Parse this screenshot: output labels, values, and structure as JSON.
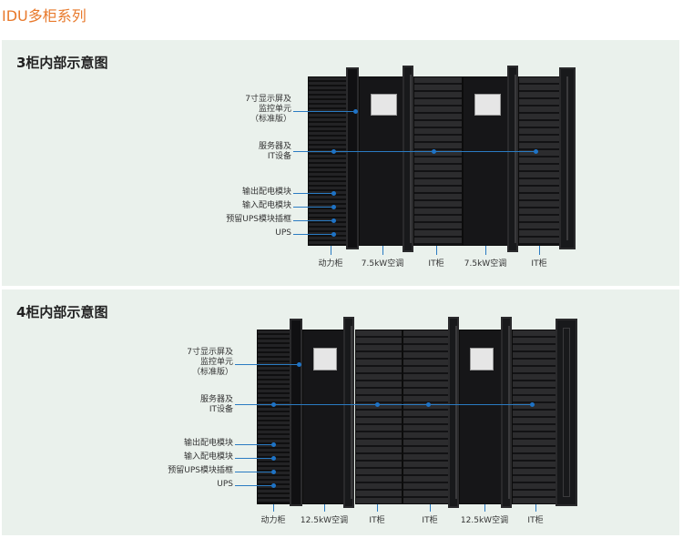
{
  "page_title": "IDU多柜系列",
  "panel3": {
    "title": "3柜内部示意图",
    "labels": {
      "display": "7寸显示屏及\n监控单元\n（标准版）",
      "server": "服务器及\nIT设备",
      "out_pdm": "输出配电模块",
      "in_pdm": "输入配电模块",
      "ups_slot": "预留UPS模块插框",
      "ups": "UPS"
    },
    "bottom": [
      "动力柜",
      "7.5kW空调",
      "IT柜",
      "7.5kW空调",
      "IT柜"
    ]
  },
  "panel4": {
    "title": "4柜内部示意图",
    "labels": {
      "display": "7寸显示屏及\n监控单元\n（标准版）",
      "server": "服务器及\nIT设备",
      "out_pdm": "输出配电模块",
      "in_pdm": "输入配电模块",
      "ups_slot": "预留UPS模块插框",
      "ups": "UPS"
    },
    "bottom": [
      "动力柜",
      "12.5kW空调",
      "IT柜",
      "IT柜",
      "12.5kW空调",
      "IT柜"
    ]
  }
}
